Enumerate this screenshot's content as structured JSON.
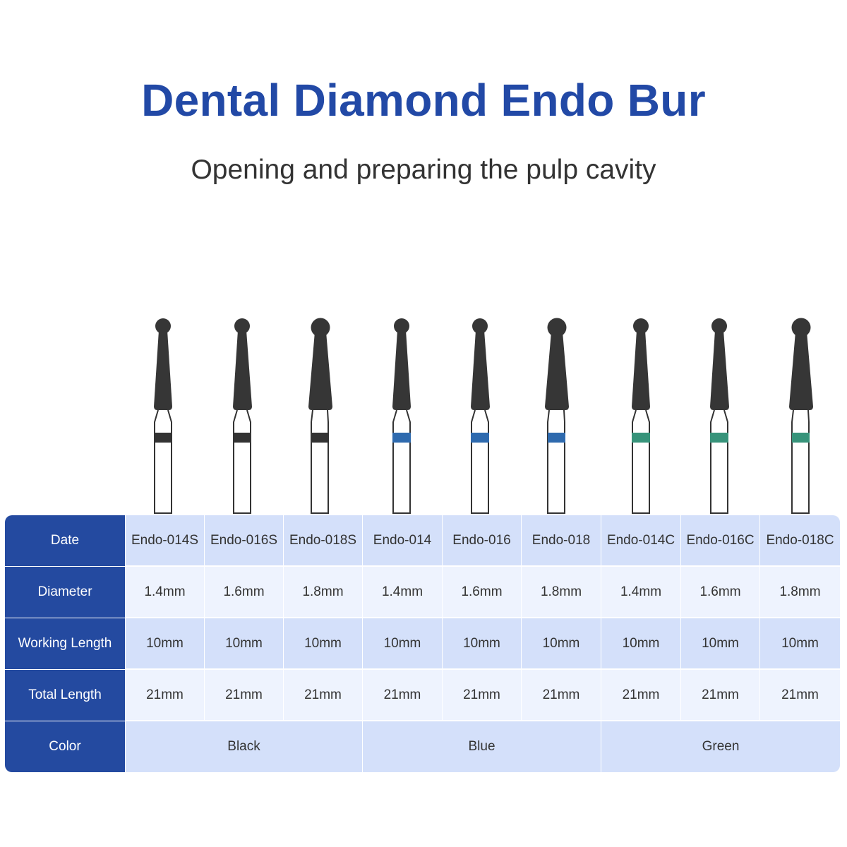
{
  "header": {
    "title": "Dental Diamond Endo Bur",
    "subtitle": "Opening and preparing the pulp cavity"
  },
  "colors": {
    "title": "#2249A6",
    "table_header": "#244AA0",
    "row_dark": "#D4E0FA",
    "row_light": "#EEF3FE",
    "bur_body": "#363636",
    "band_black": "#333333",
    "band_blue": "#2E6AAE",
    "band_green": "#37937A"
  },
  "burs": [
    {
      "model": "Endo-014S",
      "icon": "black-band-bur-icon",
      "band": "black"
    },
    {
      "model": "Endo-016S",
      "icon": "black-band-bur-icon",
      "band": "black"
    },
    {
      "model": "Endo-018S",
      "icon": "black-band-bur-icon",
      "band": "black"
    },
    {
      "model": "Endo-014",
      "icon": "blue-band-bur-icon",
      "band": "blue"
    },
    {
      "model": "Endo-016",
      "icon": "blue-band-bur-icon",
      "band": "blue"
    },
    {
      "model": "Endo-018",
      "icon": "blue-band-bur-icon",
      "band": "blue"
    },
    {
      "model": "Endo-014C",
      "icon": "green-band-bur-icon",
      "band": "green"
    },
    {
      "model": "Endo-016C",
      "icon": "green-band-bur-icon",
      "band": "green"
    },
    {
      "model": "Endo-018C",
      "icon": "green-band-bur-icon",
      "band": "green"
    }
  ],
  "table": {
    "rows": [
      {
        "label": "Date",
        "values": [
          "Endo-014S",
          "Endo-016S",
          "Endo-018S",
          "Endo-014",
          "Endo-016",
          "Endo-018",
          "Endo-014C",
          "Endo-016C",
          "Endo-018C"
        ]
      },
      {
        "label": "Diameter",
        "values": [
          "1.4mm",
          "1.6mm",
          "1.8mm",
          "1.4mm",
          "1.6mm",
          "1.8mm",
          "1.4mm",
          "1.6mm",
          "1.8mm"
        ]
      },
      {
        "label": "Working Length",
        "values": [
          "10mm",
          "10mm",
          "10mm",
          "10mm",
          "10mm",
          "10mm",
          "10mm",
          "10mm",
          "10mm"
        ]
      },
      {
        "label": "Total Length",
        "values": [
          "21mm",
          "21mm",
          "21mm",
          "21mm",
          "21mm",
          "21mm",
          "21mm",
          "21mm",
          "21mm"
        ]
      },
      {
        "label": "Color",
        "values": [
          "Black",
          "Blue",
          "Green"
        ]
      }
    ]
  }
}
